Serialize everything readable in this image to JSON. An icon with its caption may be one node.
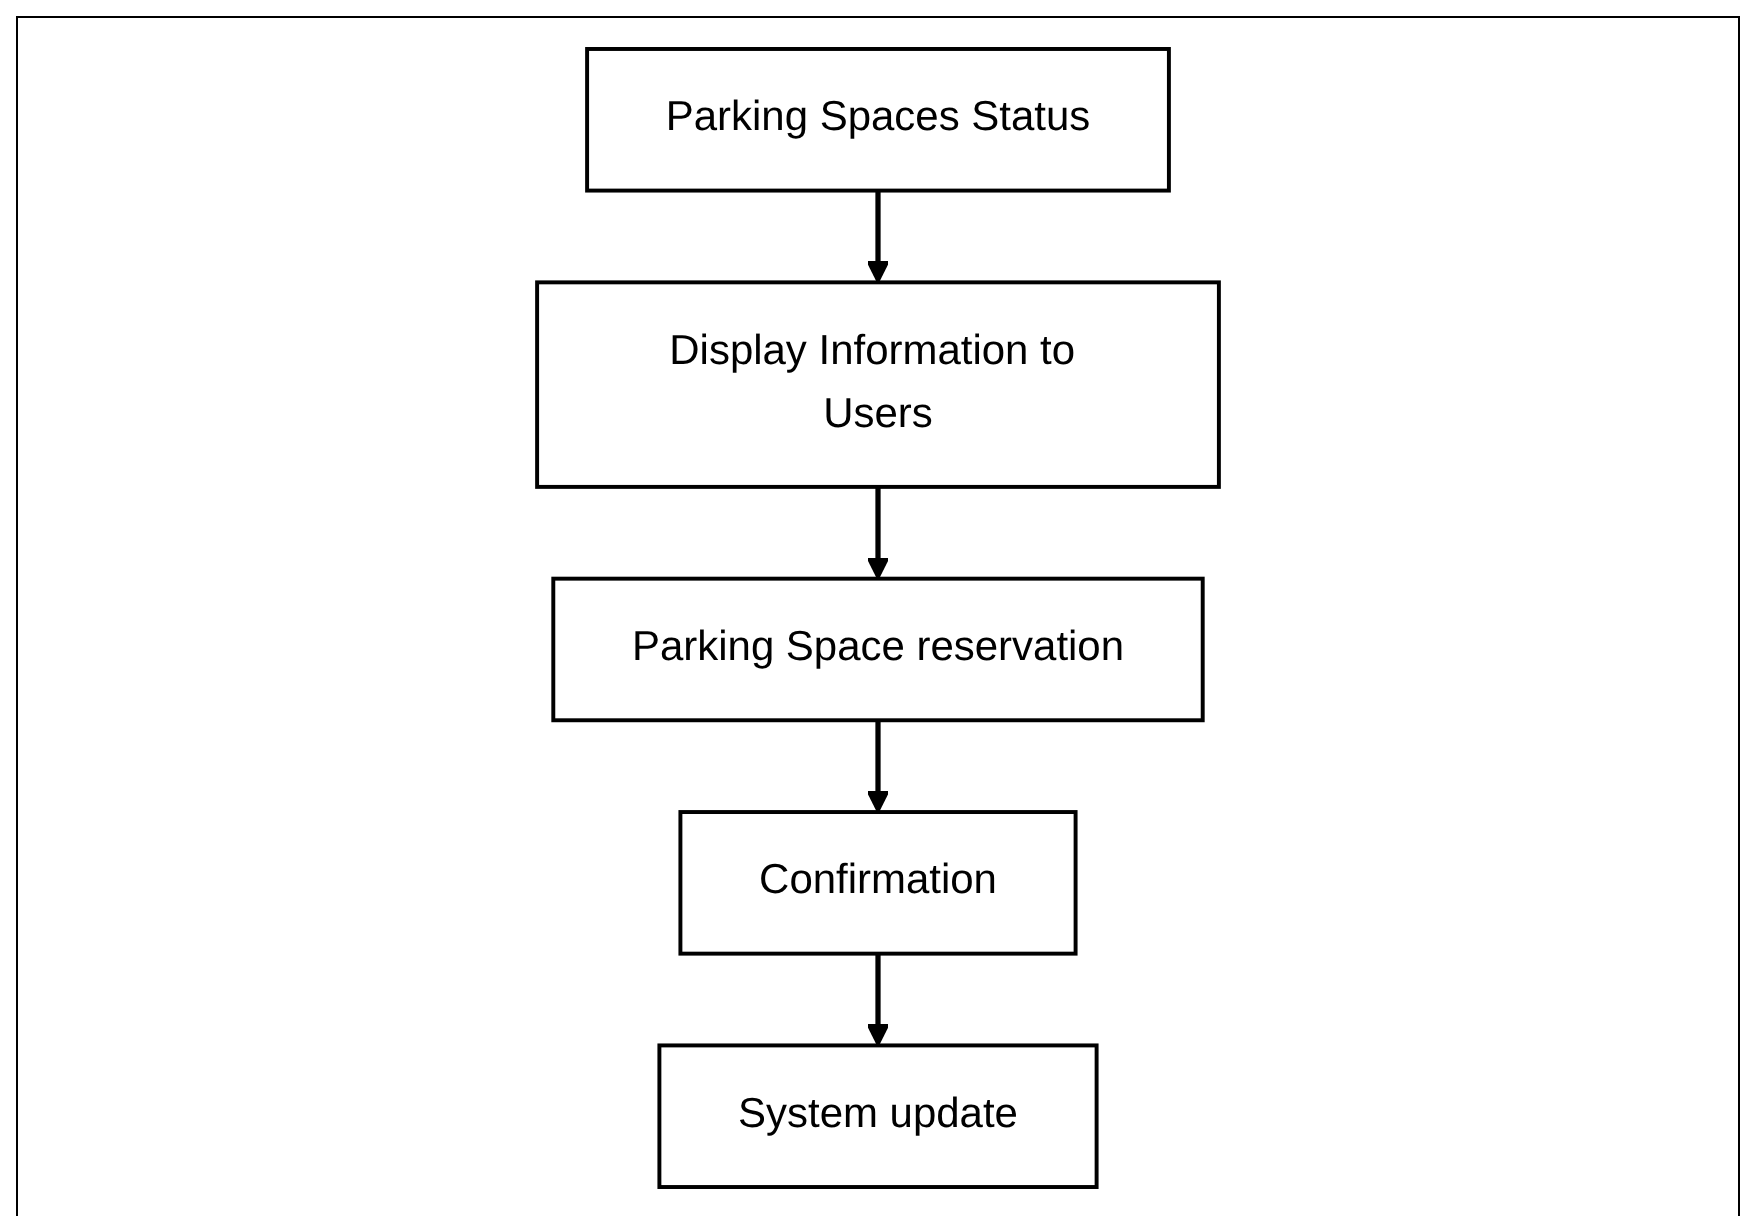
{
  "diagram": {
    "nodes": [
      {
        "text": [
          "Parking Spaces Status"
        ]
      },
      {
        "text": [
          "Display Information to Users"
        ]
      },
      {
        "text": [
          "Parking Space reservation"
        ]
      },
      {
        "text": [
          "Confirmation"
        ]
      },
      {
        "text": [
          "System update"
        ]
      }
    ],
    "edges": [
      {
        "from": 0,
        "to": 1,
        "arrow": "to"
      },
      {
        "from": 1,
        "to": 2,
        "arrow": "to"
      },
      {
        "from": 2,
        "to": 3,
        "arrow": "to"
      },
      {
        "from": 3,
        "to": 4,
        "arrow": "to"
      }
    ]
  }
}
